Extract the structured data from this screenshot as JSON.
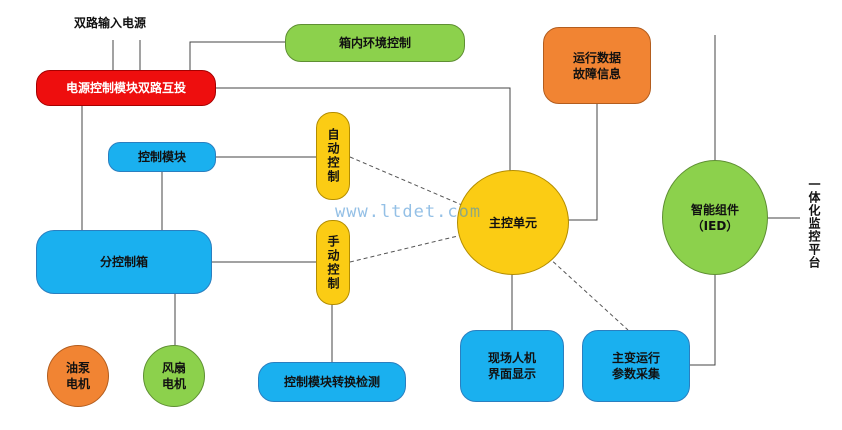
{
  "diagram": {
    "input_label": "双路输入电源",
    "side_label": "一体化监控平台",
    "watermark": "www.ltdet.com",
    "nodes": {
      "power_module": "电源控制模块双路互投",
      "env_control": "箱内环境控制",
      "control_module": "控制模块",
      "auto_control": "自动控制",
      "manual_control": "手动控制",
      "sub_control_box": "分控制箱",
      "main_control_unit": "主控单元",
      "run_data": "运行数据\n故障信息",
      "ied": "智能组件\n（IED）",
      "hmi": "现场人机\n界面显示",
      "transformer_params": "主变运行\n参数采集",
      "switch_detect": "控制模块转换检测",
      "oil_pump_motor": "油泵\n电机",
      "fan_motor": "风扇\n电机"
    }
  },
  "colors": {
    "blue": "#1ab0ef",
    "green": "#8cd14c",
    "orange": "#f18433",
    "yellow": "#fbcc14",
    "red": "#ee0e0e"
  }
}
